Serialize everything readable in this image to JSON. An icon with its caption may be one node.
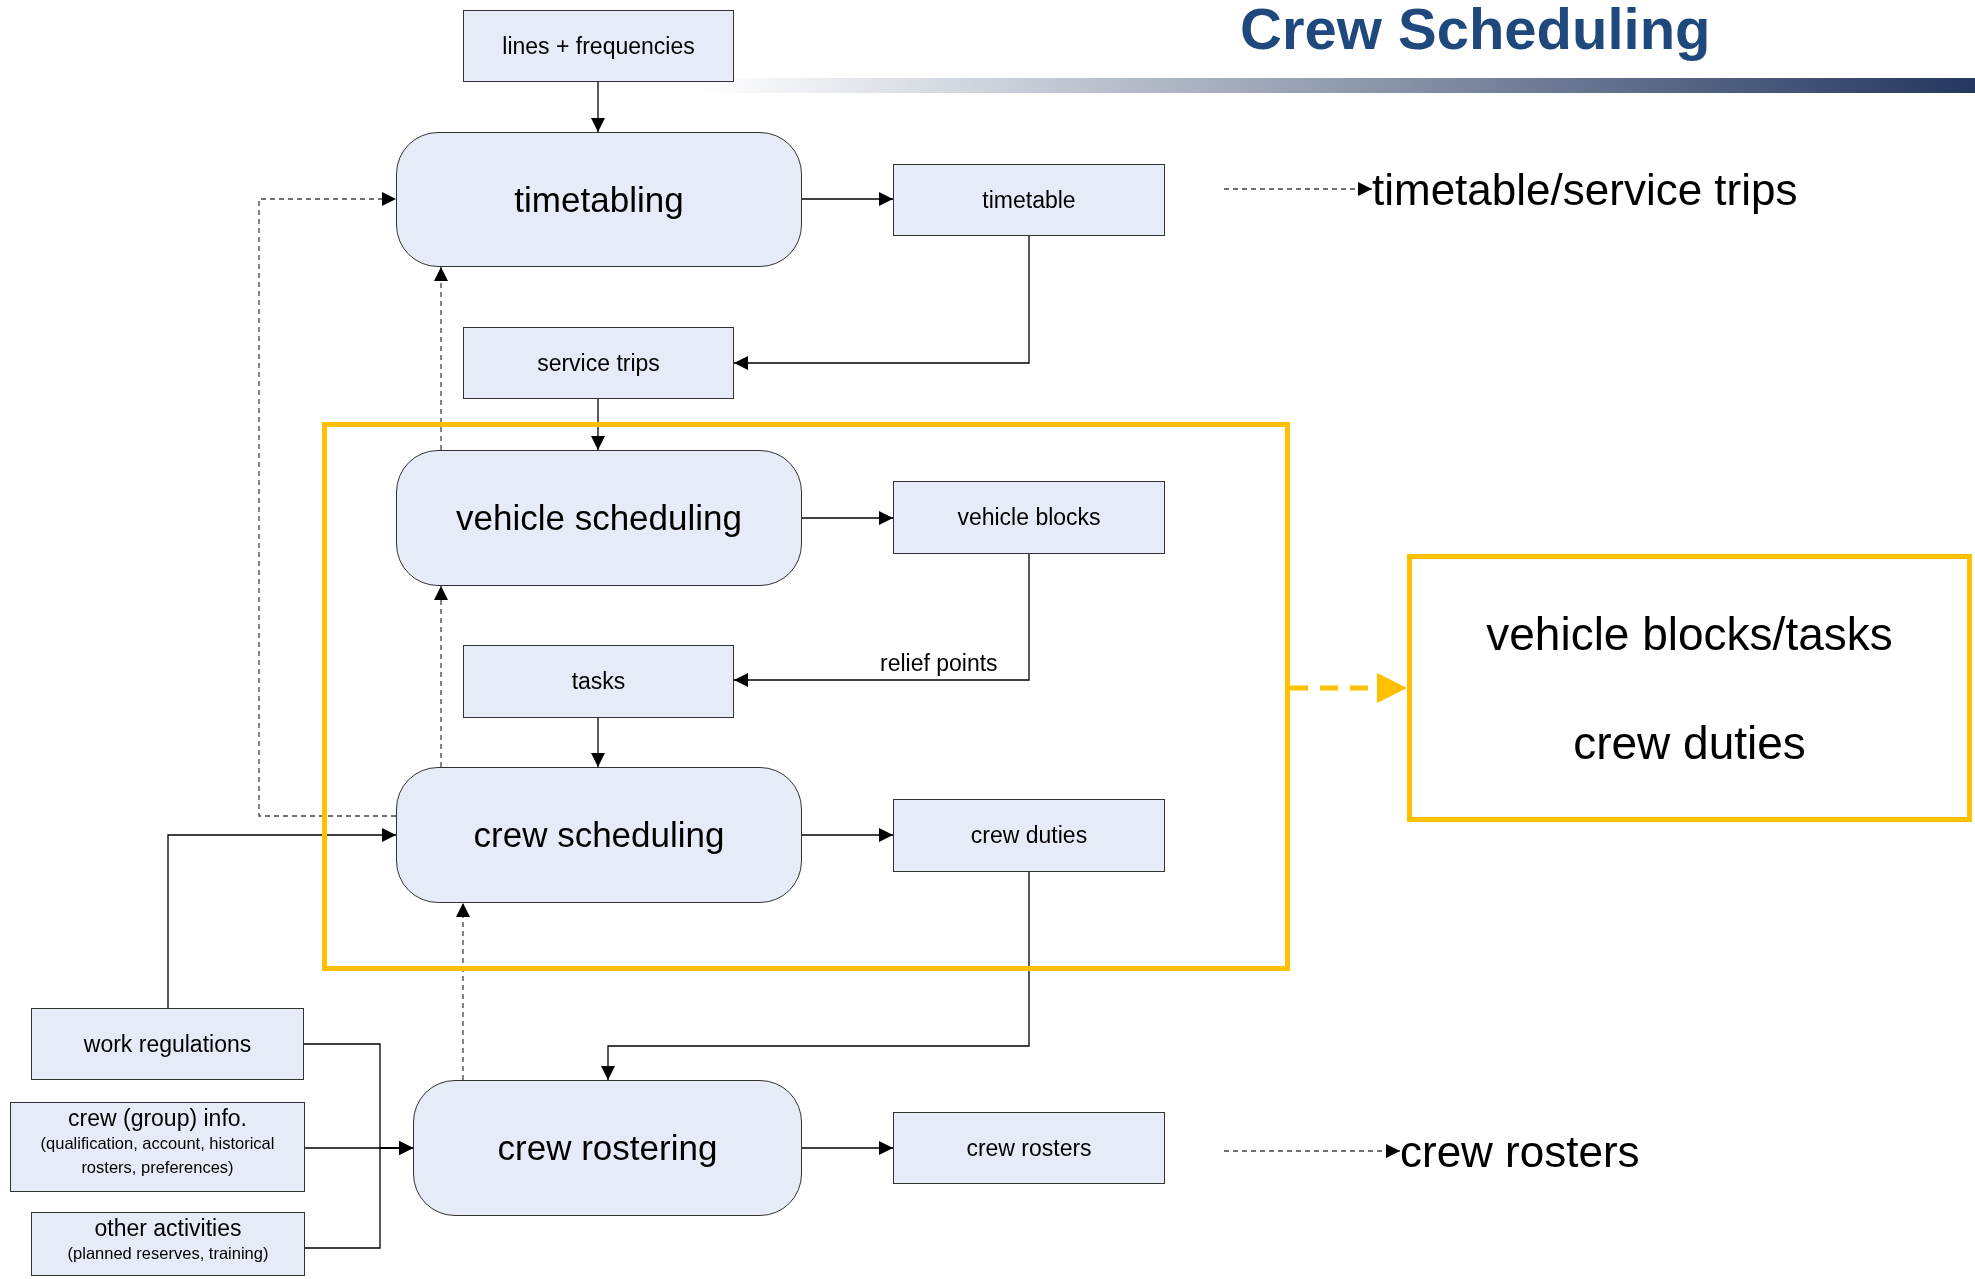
{
  "diagram": {
    "title": "Crew Scheduling",
    "nodes": [
      {
        "text": [
          "lines + frequencies"
        ]
      },
      {
        "text": [
          "timetabling"
        ]
      },
      {
        "text": [
          "timetable"
        ]
      },
      {
        "text": [
          "timetable/service trips"
        ]
      },
      {
        "text": [
          "service trips"
        ]
      },
      {
        "text": [],
        "shape": "box"
      },
      {
        "text": [
          "vehicle scheduling"
        ],
        "in": 5
      },
      {
        "text": [
          "vehicle blocks"
        ],
        "in": 5
      },
      {
        "text": [
          "vehicle blocks/tasks",
          "crew duties"
        ]
      },
      {
        "text": [
          "tasks"
        ],
        "in": 5
      },
      {
        "text": [
          "crew scheduling"
        ],
        "in": 5
      },
      {
        "text": [
          "crew duties"
        ],
        "in": 5
      },
      {
        "text": [
          "work regulations"
        ]
      },
      {
        "text": [
          "crew (group) info.",
          "(qualification, account, historical rosters, preferences)"
        ]
      },
      {
        "text": [
          "crew rostering"
        ]
      },
      {
        "text": [
          "crew rosters"
        ]
      },
      {
        "text": [
          "crew rosters"
        ]
      },
      {
        "text": [
          "other activities",
          "(planned reserves, training)"
        ]
      }
    ],
    "edges": [
      {
        "from": 0,
        "to": 1,
        "arrow": "to"
      },
      {
        "from": 1,
        "to": 2,
        "arrow": "to"
      },
      {
        "from": 2,
        "to": 4,
        "arrow": "to"
      },
      {
        "from": 4,
        "to": 6,
        "arrow": "to"
      },
      {
        "from": 6,
        "to": 1,
        "arrow": "to",
        "style": "dashed"
      },
      {
        "from": 10,
        "to": 1,
        "arrow": "to",
        "style": "dashed"
      },
      {
        "from": 6,
        "to": 7,
        "arrow": "to"
      },
      {
        "from": 7,
        "to": 9,
        "arrow": "to",
        "label": "relief points"
      },
      {
        "from": 9,
        "to": 10,
        "arrow": "to"
      },
      {
        "from": 10,
        "to": 6,
        "arrow": "to",
        "style": "dashed"
      },
      {
        "from": 10,
        "to": 11,
        "arrow": "to"
      },
      {
        "from": 12,
        "to": 10,
        "arrow": "to"
      },
      {
        "from": 11,
        "to": 14,
        "arrow": "to"
      },
      {
        "from": 14,
        "to": 10,
        "arrow": "to",
        "style": "dashed"
      },
      {
        "from": 12,
        "to": 14,
        "arrow": "to"
      },
      {
        "from": 13,
        "to": 14,
        "arrow": "to"
      },
      {
        "from": 17,
        "to": 14,
        "arrow": "to"
      },
      {
        "from": 14,
        "to": 15,
        "arrow": "to"
      },
      {
        "from": null,
        "to": 3,
        "arrow": "to",
        "style": "dashed"
      },
      {
        "from": null,
        "to": 16,
        "arrow": "to",
        "style": "dashed"
      },
      {
        "from": 5,
        "to": 8,
        "arrow": "to",
        "style": "dashed",
        "color": "#ffc000"
      }
    ]
  }
}
